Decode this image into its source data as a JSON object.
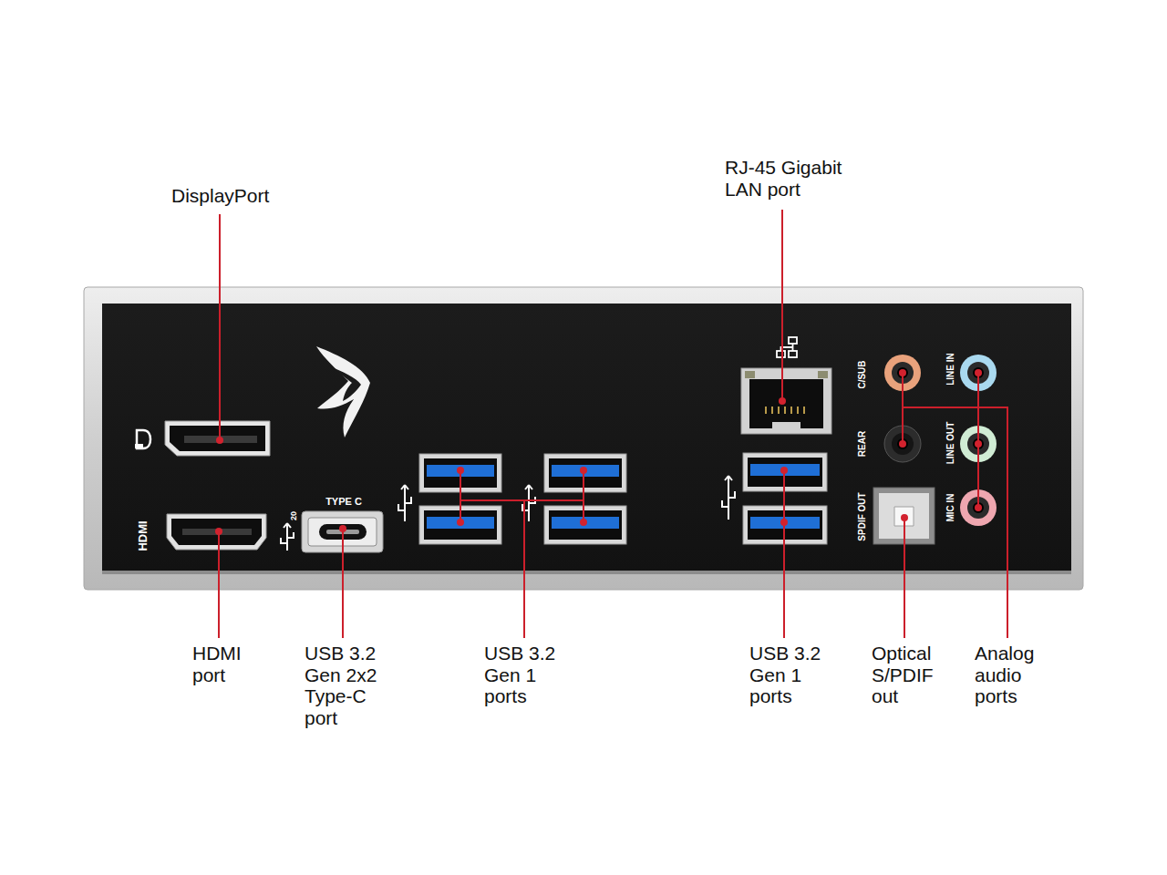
{
  "diagram": {
    "labels": [
      "DisplayPort",
      "RJ-45 Gigabit LAN port",
      "HDMI",
      "TYPE C",
      "20",
      "C/SUB",
      "LINE IN",
      "REAR",
      "LINE OUT",
      "SPDIF OUT",
      "MIC IN",
      "HDMI port",
      "USB 3.2 Gen 2x2 Type-C port",
      "USB 3.2 Gen 1 ports",
      "USB 3.2 Gen 1 ports",
      "Optical S/PDIF out",
      "Analog audio ports"
    ]
  }
}
